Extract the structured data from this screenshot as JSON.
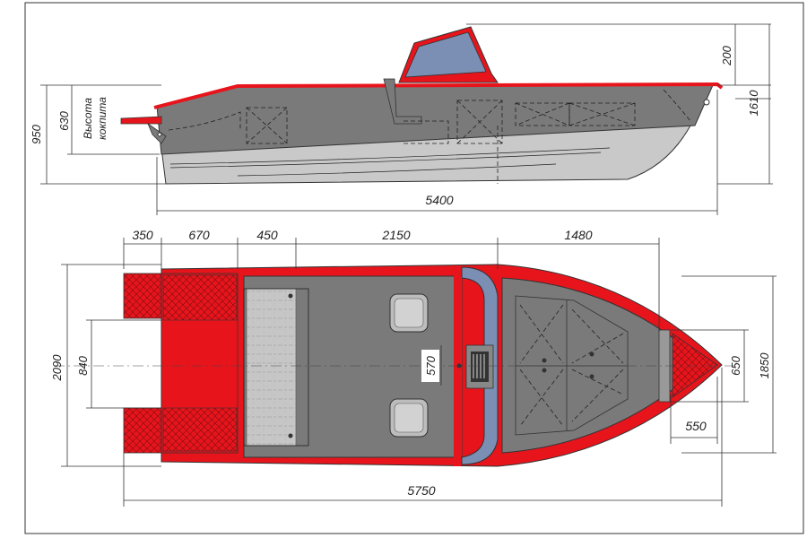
{
  "side_view": {
    "dim_length": "5400",
    "dim_total_height": "950",
    "dim_cockpit_height": "630",
    "cockpit_label_line1": "Высота",
    "cockpit_label_line2": "кокпита",
    "dim_windshield": "200",
    "dim_board_height": "1610"
  },
  "top_view": {
    "dim_350": "350",
    "dim_670": "670",
    "dim_450": "450",
    "dim_2150": "2150",
    "dim_1480": "1480",
    "dim_width": "2090",
    "dim_840": "840",
    "dim_570": "570",
    "dim_650": "650",
    "dim_1850": "1850",
    "dim_550": "550",
    "dim_total_length": "5750"
  },
  "colors": {
    "hull_red": "#e8141c",
    "deck_gray": "#7a7a7a",
    "hull_bottom": "#c9c9c9",
    "glass_blue": "#7b8fb4"
  }
}
